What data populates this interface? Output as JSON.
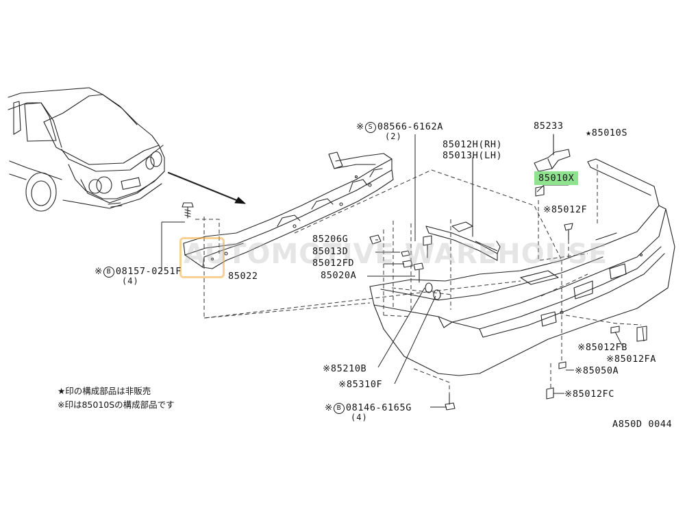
{
  "labels": {
    "p08566": "08566-6162A",
    "p08566_qty": "(2)",
    "p85233": "85233",
    "p85010S": "85010S",
    "p85012H": "85012H(RH)",
    "p85013H": "85013H(LH)",
    "p85010X": "85010X",
    "p85012F": "85012F",
    "p85206G": "85206G",
    "p85013D": "85013D",
    "p85012FD": "85012FD",
    "p85020A": "85020A",
    "p08157": "08157-0251F",
    "p08157_qty": "(4)",
    "p85022": "85022",
    "p85210B": "85210B",
    "p85310F": "85310F",
    "p08146": "08146-6165G",
    "p08146_qty": "(4)",
    "p85012FB": "85012FB",
    "p85012FA": "85012FA",
    "p85050A": "85050A",
    "p85012FC": "85012FC"
  },
  "symbols": {
    "star": "★",
    "ref": "※",
    "s": "S",
    "b": "B"
  },
  "notes": {
    "line1": "★印の構成部品は非販売",
    "line2": "※印は85010Sの構成部品です"
  },
  "diagram_code": "A850D 0044",
  "watermark": "AUTOMOTIVE WAREHOUSE",
  "highlight_color": "#8fe38f"
}
